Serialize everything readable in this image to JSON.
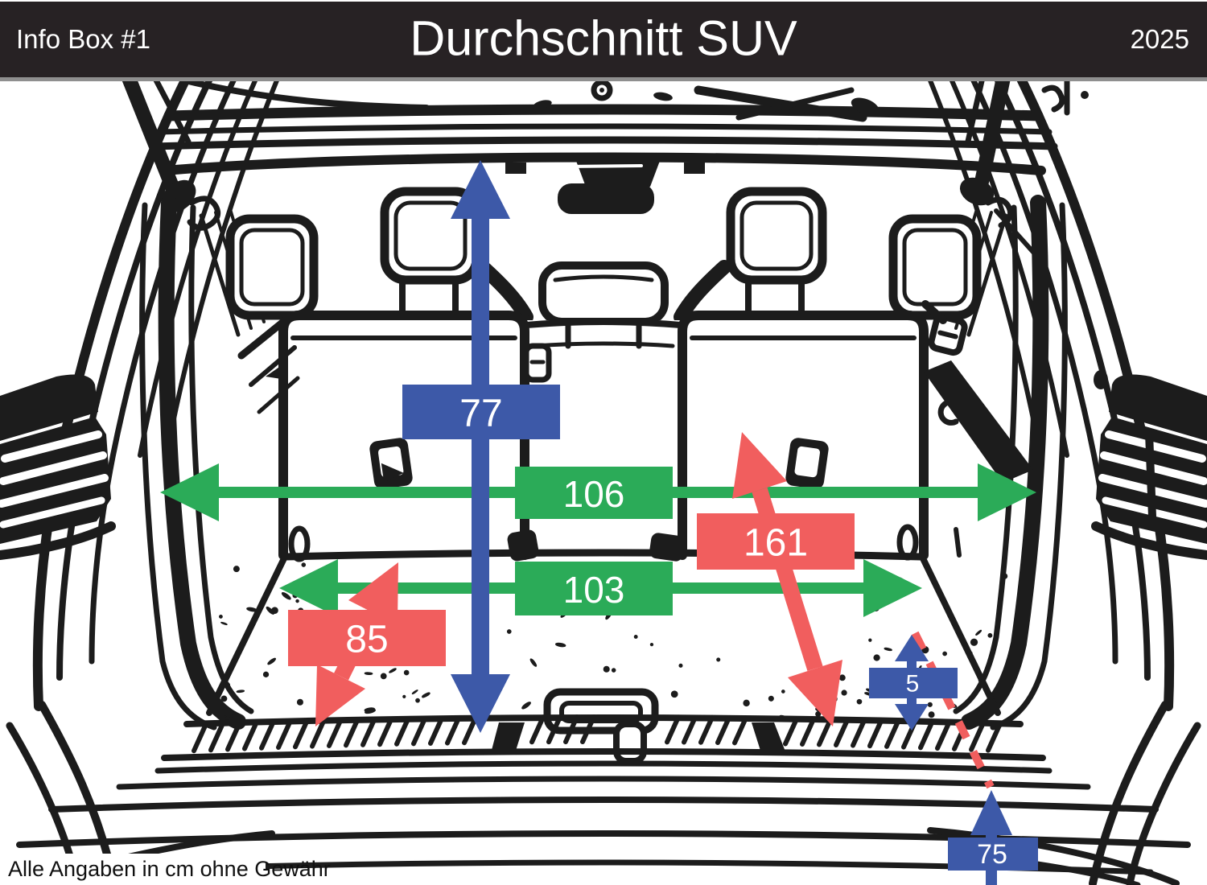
{
  "header": {
    "left_label": "Info Box #1",
    "title": "Durchschnitt SUV",
    "year": "2025"
  },
  "footer": {
    "disclaimer": "Alle Angaben in cm ohne Gewähr"
  },
  "unit": "cm",
  "colors": {
    "header_bg": "#272224",
    "header_text": "#ffffff",
    "accent_blue": "#3d59a8",
    "accent_green": "#2bab58",
    "accent_red": "#f15e5e",
    "ink": "#1c1c1c",
    "paper": "#ffffff"
  },
  "measurements": {
    "opening_height": {
      "value": "77",
      "color_role": "blue",
      "orientation": "vertical"
    },
    "width_top": {
      "value": "106",
      "color_role": "green",
      "orientation": "horizontal"
    },
    "width_floor": {
      "value": "103",
      "color_role": "green",
      "orientation": "horizontal"
    },
    "diagonal": {
      "value": "161",
      "color_role": "red",
      "orientation": "diagonal"
    },
    "floor_depth": {
      "value": "85",
      "color_role": "red",
      "orientation": "diagonal"
    },
    "sill_step": {
      "value": "5",
      "color_role": "blue",
      "orientation": "vertical"
    },
    "sill_height": {
      "value": "75",
      "color_role": "blue",
      "orientation": "vertical"
    }
  }
}
